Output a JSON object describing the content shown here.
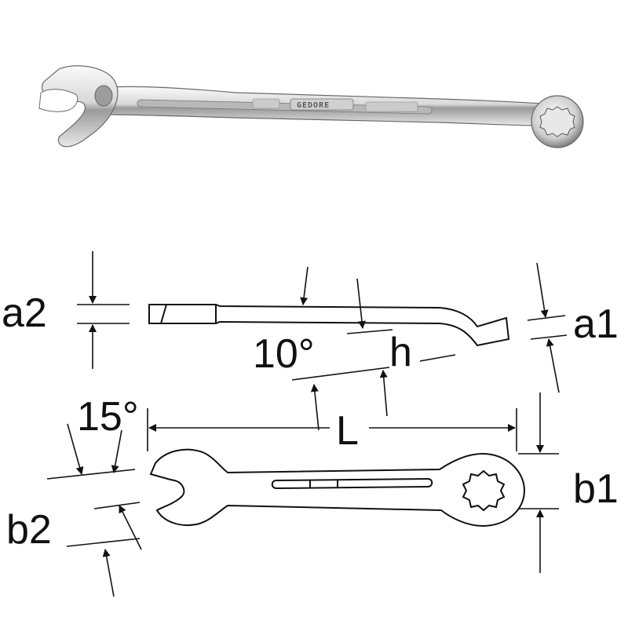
{
  "photo": {
    "brand_stamp": "GEDORE"
  },
  "labels": {
    "a1": "a1",
    "a2": "a2",
    "b1": "b1",
    "b2": "b2",
    "h": "h",
    "L": "L",
    "angle_side": "10°",
    "angle_plan": "15°"
  },
  "colors": {
    "line": "#111111",
    "chrome_light": "#f4f4f4",
    "chrome_mid": "#c9c9c9",
    "chrome_dark": "#8a8a8a"
  }
}
